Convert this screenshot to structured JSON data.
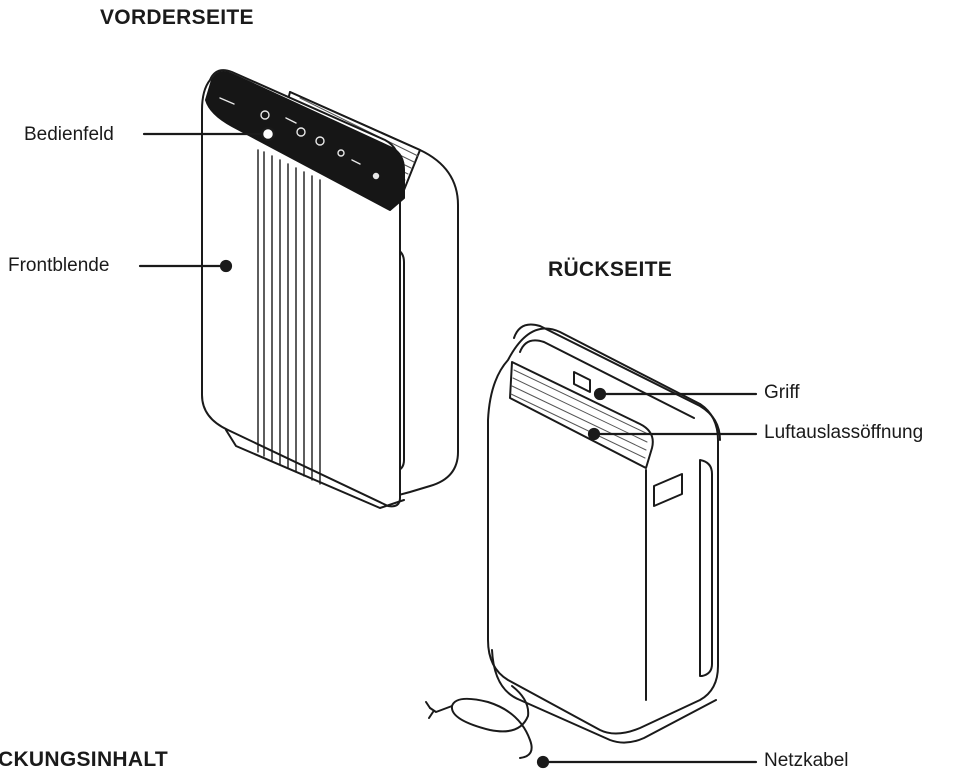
{
  "headings": {
    "front": "VORDERSEITE",
    "back": "RÜCKSEITE",
    "contents_partial": "CKUNGSINHALT"
  },
  "callouts": {
    "control_panel": "Bedienfeld",
    "front_panel": "Frontblende",
    "handle": "Griff",
    "air_outlet": "Luftauslassöffnung",
    "power_cord": "Netzkabel"
  },
  "colors": {
    "line": "#1a1a1a",
    "panel": "#161616",
    "body": "#ffffff"
  }
}
